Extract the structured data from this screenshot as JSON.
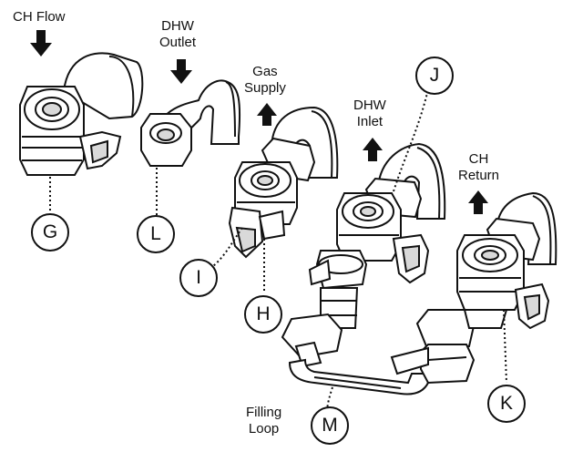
{
  "labels": {
    "ch_flow": "CH Flow",
    "dhw_outlet": [
      "DHW",
      "Outlet"
    ],
    "gas_supply": [
      "Gas",
      "Supply"
    ],
    "dhw_inlet": [
      "DHW",
      "Inlet"
    ],
    "ch_return": [
      "CH",
      "Return"
    ],
    "filling_loop": [
      "Filling",
      "Loop"
    ]
  },
  "callouts": {
    "G": "G",
    "L": "L",
    "I": "I",
    "H": "H",
    "J": "J",
    "M": "M",
    "K": "K"
  },
  "arrow_directions": {
    "ch_flow": "down",
    "dhw_outlet": "down",
    "gas_supply": "up",
    "dhw_inlet": "up",
    "ch_return": "up"
  },
  "colors": {
    "ink": "#111111",
    "pipe_fill": "#ffffff",
    "shade": "#d9d9d9"
  }
}
